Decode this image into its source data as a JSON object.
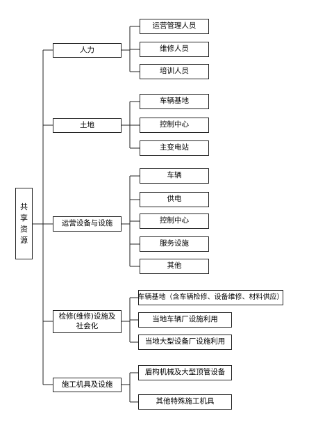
{
  "root": {
    "label_chars": [
      "共",
      "享",
      "资",
      "源"
    ]
  },
  "categories": [
    {
      "label": "人力",
      "items": [
        "运营管理人员",
        "维修人员",
        "培训人员"
      ]
    },
    {
      "label": "土地",
      "items": [
        "车辆基地",
        "控制中心",
        "主变电站"
      ]
    },
    {
      "label": "运营设备与设施",
      "items": [
        "车辆",
        "供电",
        "控制中心",
        "服务设施",
        "其他"
      ]
    },
    {
      "label": "检修(维修)设施及社会化",
      "items": [
        "车辆基地（含车辆检修、设备维修、材料供应）",
        "当地车辆厂设施利用",
        "当地大型设备厂设施利用"
      ]
    },
    {
      "label": "施工机具及设施",
      "items": [
        "盾构机械及大型顶管设备",
        "其他特殊施工机具"
      ]
    }
  ]
}
